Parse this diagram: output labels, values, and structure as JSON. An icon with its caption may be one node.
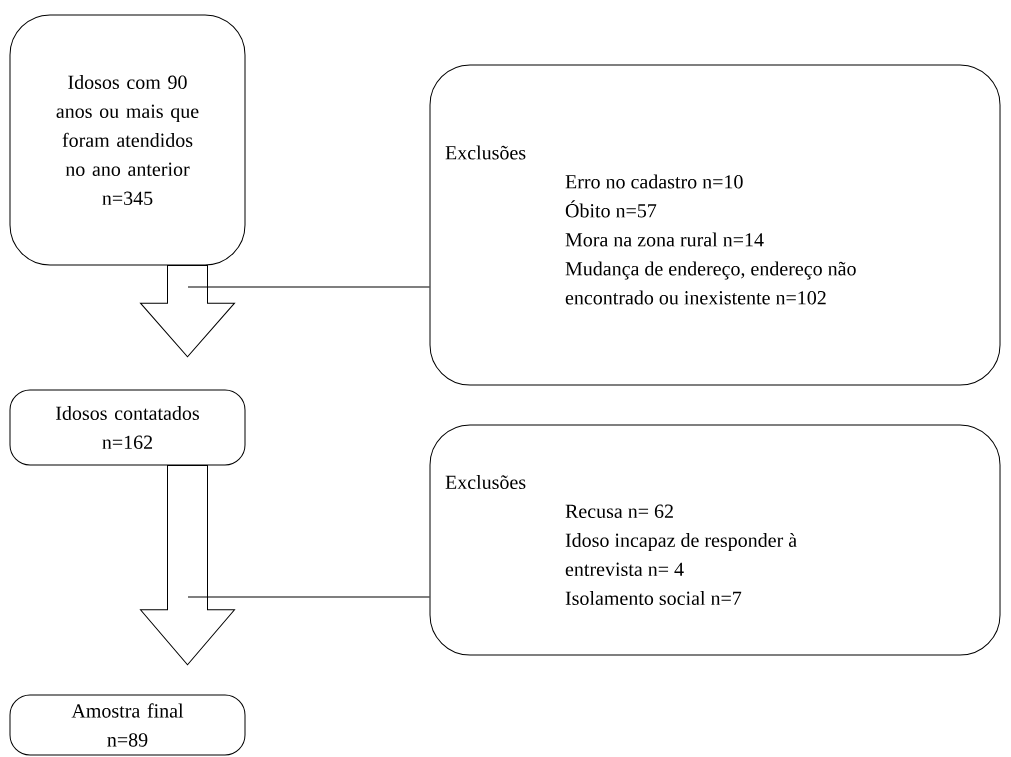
{
  "diagram": {
    "nodes": [
      {
        "text": [
          "Idosos com 90 anos ou mais que foram atendidos no ano anterior",
          "n=345"
        ]
      },
      {
        "text": [
          "Exclusões",
          "Erro no cadastro n=10",
          "Óbito n=57",
          "Mora na zona rural n=14",
          "Mudança de endereço, endereço não encontrado ou inexistente n=102"
        ]
      },
      {
        "text": [
          "Idosos contatados",
          "n=162"
        ]
      },
      {
        "text": [
          "Exclusões",
          "Recusa n= 62",
          "Idoso incapaz de responder à entrevista n= 4",
          "Isolamento social n=7"
        ]
      },
      {
        "text": [
          "Amostra final",
          "n=89"
        ]
      }
    ],
    "edges": [
      {
        "from": 0,
        "to": 2,
        "arrow": "to"
      },
      {
        "from": null,
        "to": 1,
        "arrow": "none"
      },
      {
        "from": 2,
        "to": 4,
        "arrow": "to"
      },
      {
        "from": null,
        "to": 3,
        "arrow": "none"
      }
    ]
  }
}
